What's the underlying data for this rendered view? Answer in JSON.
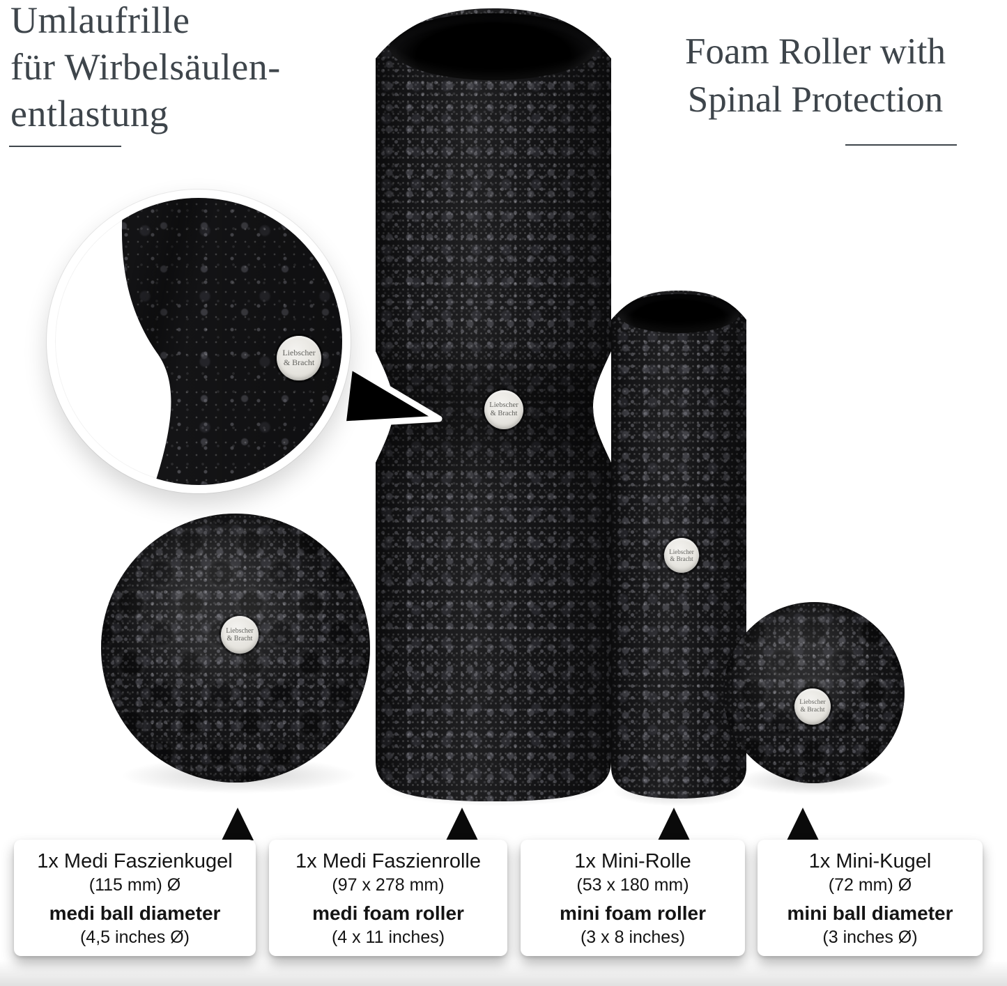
{
  "titles": {
    "german": {
      "lines": [
        "Umlaufrille",
        "für Wirbelsäulen-",
        "entlastung"
      ]
    },
    "english": {
      "lines": [
        "Foam Roller with",
        "Spinal Protection"
      ]
    }
  },
  "brand": {
    "line1": "Liebscher",
    "line2": "& Bracht"
  },
  "spec_cards": [
    {
      "name": "1x Medi Faszienkugel",
      "size_metric": "(115 mm) Ø",
      "name_en": "medi ball diameter",
      "size_imperial": "(4,5 inches Ø)"
    },
    {
      "name": "1x Medi Faszienrolle",
      "size_metric": "(97 x 278 mm)",
      "name_en": "medi foam roller",
      "size_imperial": "(4 x 11 inches)"
    },
    {
      "name": "1x Mini-Rolle",
      "size_metric": "(53 x 180 mm)",
      "name_en": "mini foam roller",
      "size_imperial": "(3 x 8 inches)"
    },
    {
      "name": "1x Mini-Kugel",
      "size_metric": "(72 mm) Ø",
      "name_en": "mini ball diameter",
      "size_imperial": "(3 inches Ø)"
    }
  ],
  "icons": {
    "magnifier_pointer": "right-arrowhead-triangle",
    "callout_arrow": "up-triangle"
  },
  "colors": {
    "background": "#ffffff",
    "title_text": "#3e454b",
    "card_text": "#141414",
    "foam_black": "#17171a",
    "badge_face": "#eceae6"
  }
}
